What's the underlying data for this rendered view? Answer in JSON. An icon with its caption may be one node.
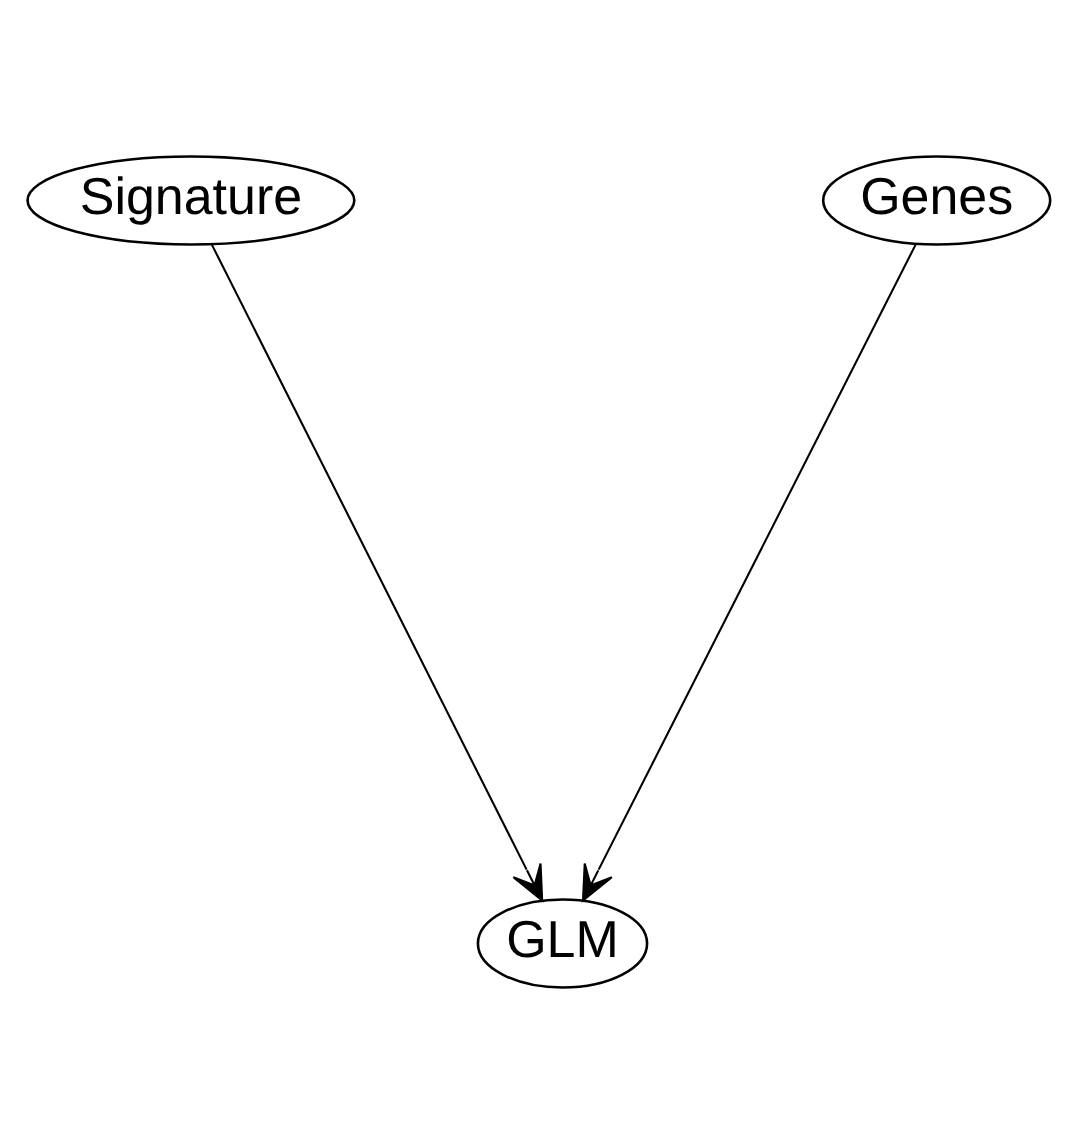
{
  "diagram": {
    "nodes": [
      {
        "text": [
          "Signature"
        ]
      },
      {
        "text": [
          "Genes"
        ]
      },
      {
        "text": [
          "GLM"
        ]
      }
    ],
    "edges": [
      {
        "from": 0,
        "to": 2,
        "arrow": "to"
      },
      {
        "from": 1,
        "to": 2,
        "arrow": "to"
      }
    ]
  }
}
